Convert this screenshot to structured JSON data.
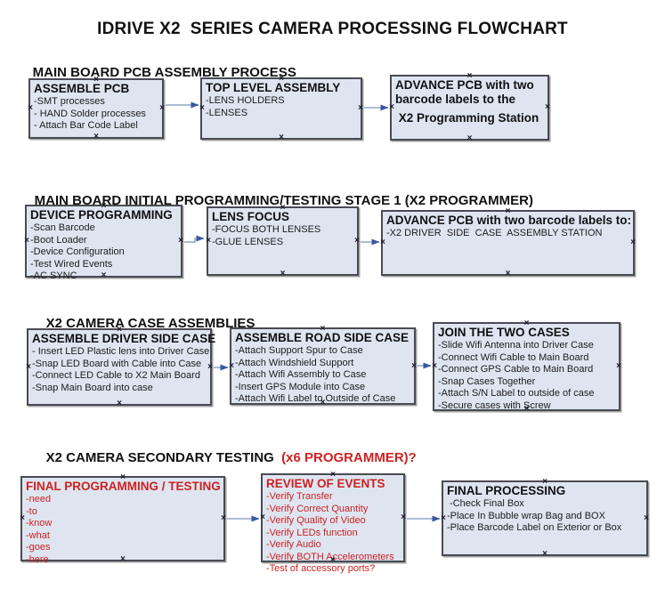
{
  "title": "IDRIVE X2  SERIES CAMERA PROCESSING FLOWCHART",
  "colors": {
    "box_fill": "#dee5f1",
    "box_border": "#4a4a52",
    "arrow_line": "#9fb2d0",
    "arrow_head": "#3a57a0",
    "red_text": "#cc2222"
  },
  "sections": [
    {
      "heading": "MAIN BOARD PCB ASSEMBLY PROCESS",
      "heading_red": "",
      "boxes": [
        {
          "title": "ASSEMBLE PCB",
          "items": [
            "-SMT processes",
            "- HAND Solder processes",
            "- Attach Bar Code Label"
          ]
        },
        {
          "title": "TOP LEVEL ASSEMBLY",
          "items": [
            "-LENS HOLDERS",
            "-LENSES"
          ]
        },
        {
          "title": "ADVANCE PCB with two",
          "items": [
            "barcode labels to the",
            " X2 Programming Station"
          ]
        }
      ]
    },
    {
      "heading": "MAIN BOARD INITIAL PROGRAMMING/TESTING STAGE 1 (X2 PROGRAMMER)",
      "heading_red": "",
      "boxes": [
        {
          "title": "DEVICE PROGRAMMING",
          "items": [
            "-Scan Barcode",
            "-Boot Loader",
            "-Device Configuration",
            "-Test Wired Events",
            "-AC SYNC"
          ]
        },
        {
          "title": "LENS FOCUS",
          "items": [
            "-FOCUS BOTH LENSES",
            "-GLUE LENSES"
          ]
        },
        {
          "title": "ADVANCE PCB with two barcode labels to:",
          "items": [
            "-X2 DRIVER  SIDE  CASE  ASSEMBLY STATION"
          ]
        }
      ]
    },
    {
      "heading": "X2 CAMERA CASE ASSEMBLIES",
      "heading_red": "",
      "boxes": [
        {
          "title": "ASSEMBLE DRIVER SIDE CASE",
          "items": [
            "- Insert LED Plastic lens into Driver Case",
            "-Snap LED Board with Cable into Case",
            "-Connect LED Cable to X2 Main Board",
            "-Snap Main Board into case"
          ]
        },
        {
          "title": "ASSEMBLE ROAD SIDE CASE",
          "items": [
            "-Attach Support Spur to Case",
            "-Attach Windshield Support",
            "-Attach Wifi Assembly to Case",
            "-Insert GPS Module into Case",
            "-Attach Wifi Label to Outside of Case"
          ]
        },
        {
          "title": "JOIN THE TWO CASES",
          "items": [
            "-Slide Wifi Antenna into Driver Case",
            "-Connect Wifi Cable to Main Board",
            "-Connect GPS Cable to Main Board",
            "-Snap Cases Together",
            "-Attach S/N Label to outside of case",
            "-Secure cases with Screw"
          ]
        }
      ]
    },
    {
      "heading": "X2 CAMERA SECONDARY TESTING  ",
      "heading_red": "(x6 PROGRAMMER)?",
      "boxes": [
        {
          "title": "FINAL PROGRAMMING / TESTING",
          "items": [
            "-need",
            "-to",
            "-know",
            "-what",
            "-goes",
            "-here"
          ]
        },
        {
          "title": "REVIEW OF EVENTS",
          "items": [
            "-Verify Transfer",
            "-Verify Correct Quantity",
            "-Verify Quality of Video",
            "-Verify LEDs function",
            "-Verify Audio",
            "-Verify BOTH Accelerometers",
            "-Test of accessory ports?"
          ]
        },
        {
          "title": "FINAL PROCESSING",
          "items": [
            " -Check Final Box",
            "-Place In Bubble wrap Bag and BOX",
            "-Place Barcode Label on Exterior or Box"
          ]
        }
      ]
    }
  ],
  "edges": [
    {
      "from": "ASSEMBLE PCB",
      "to": "TOP LEVEL ASSEMBLY"
    },
    {
      "from": "TOP LEVEL ASSEMBLY",
      "to": "ADVANCE PCB with two barcode labels to the X2 Programming Station"
    },
    {
      "from": "DEVICE PROGRAMMING",
      "to": "LENS FOCUS"
    },
    {
      "from": "LENS FOCUS",
      "to": "ADVANCE PCB with two barcode labels to:"
    },
    {
      "from": "ASSEMBLE DRIVER SIDE CASE",
      "to": "ASSEMBLE ROAD SIDE CASE"
    },
    {
      "from": "ASSEMBLE ROAD SIDE CASE",
      "to": "JOIN THE TWO CASES"
    },
    {
      "from": "FINAL PROGRAMMING / TESTING",
      "to": "REVIEW OF EVENTS"
    },
    {
      "from": "REVIEW OF EVENTS",
      "to": "FINAL PROCESSING"
    }
  ]
}
